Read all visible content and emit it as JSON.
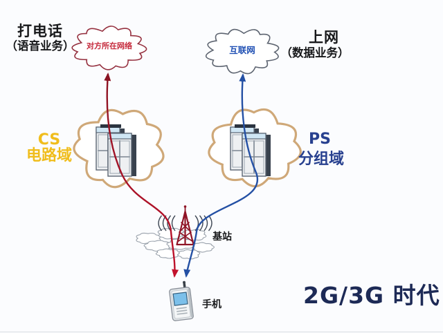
{
  "labels": {
    "call_title": "打电话",
    "call_subtitle": "（语音业务）",
    "internet_title": "上网",
    "internet_subtitle": "（数据业务）",
    "remote_network_cloud": "对方所在网络",
    "internet_cloud": "互联网",
    "cs_abbr": "CS",
    "cs_name": "电路域",
    "ps_abbr": "PS",
    "ps_name": "分组域",
    "base_station": "基站",
    "phone": "手机",
    "era": "2G/3G 时代"
  },
  "colors": {
    "background": "#fbfcfe",
    "black_text": "#17181a",
    "red_path_top": "#8a1322",
    "red_path_bottom": "#c2122c",
    "blue_path": "#2450a4",
    "red_cloud_outline": "#95303f",
    "red_cloud_text": "#c5283a",
    "gray_cloud_outline": "#5d6470",
    "internet_text": "#2050b4",
    "tan_cloud_outline": "#cfa878",
    "cs_text": "#f0bd1c",
    "ps_text": "#27408f",
    "era_text": "#1d2a56",
    "tower_red": "#8f1426",
    "wave_color": "#2a3442",
    "small_cloud_outline": "#99a1ab",
    "server_body": "#eef0f2",
    "server_top": "#cfe6f4",
    "server_side": "#39424e",
    "server_edge": "#5a6472",
    "phone_body": "#dfe3e6",
    "phone_screen": "#7cc0ea"
  }
}
